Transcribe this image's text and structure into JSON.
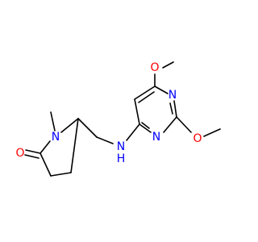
{
  "colors": {
    "bond": "#000000",
    "carbon": "#000000",
    "nitrogen": "#0000ff",
    "oxygen": "#ff0000",
    "background": "#ffffff"
  },
  "atoms": {
    "o_methoxy_top": "O",
    "n_ring_upper": "N",
    "n_ring_lower": "N",
    "o_methoxy_right": "O",
    "n_amine": "N",
    "h_amine": "H",
    "n_lactam": "N",
    "o_carbonyl": "O"
  }
}
